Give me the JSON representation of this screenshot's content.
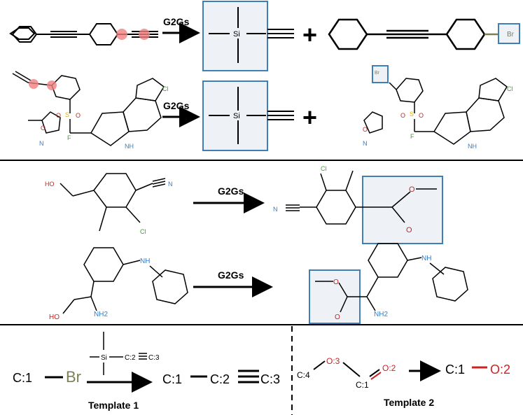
{
  "colors": {
    "box_stroke": "#3f7fb5",
    "box_fill": "#eef2f7",
    "highlight": "#f08080",
    "oxygen": "#cc2222",
    "nitrogen": "#2a7fd6",
    "chlorine": "#33aa22",
    "sulfur": "#e0b000",
    "bromine": "#7f7f55",
    "fluorine": "#33aa22"
  },
  "reactions": {
    "arrow_label": "G2Gs",
    "plus": "+"
  },
  "atoms": {
    "si": "Si",
    "br": "Br",
    "cl": "Cl",
    "n": "N",
    "nh": "NH",
    "nh2": "NH2",
    "ho": "HO",
    "o": "O",
    "s": "S",
    "f": "F"
  },
  "templates": {
    "t1": {
      "label": "Template 1",
      "c1": "C:1",
      "br": "Br",
      "si": "Si",
      "c2_small": "C:2",
      "c3_small": "C:3",
      "p_c1": "C:1",
      "p_c2": "C:2",
      "p_c3": "C:3"
    },
    "t2": {
      "label": "Template 2",
      "c4": "C:4",
      "o3": "O:3",
      "c1": "C:1",
      "o2": "O:2",
      "p_c1": "C:1",
      "p_o2": "O:2"
    }
  }
}
